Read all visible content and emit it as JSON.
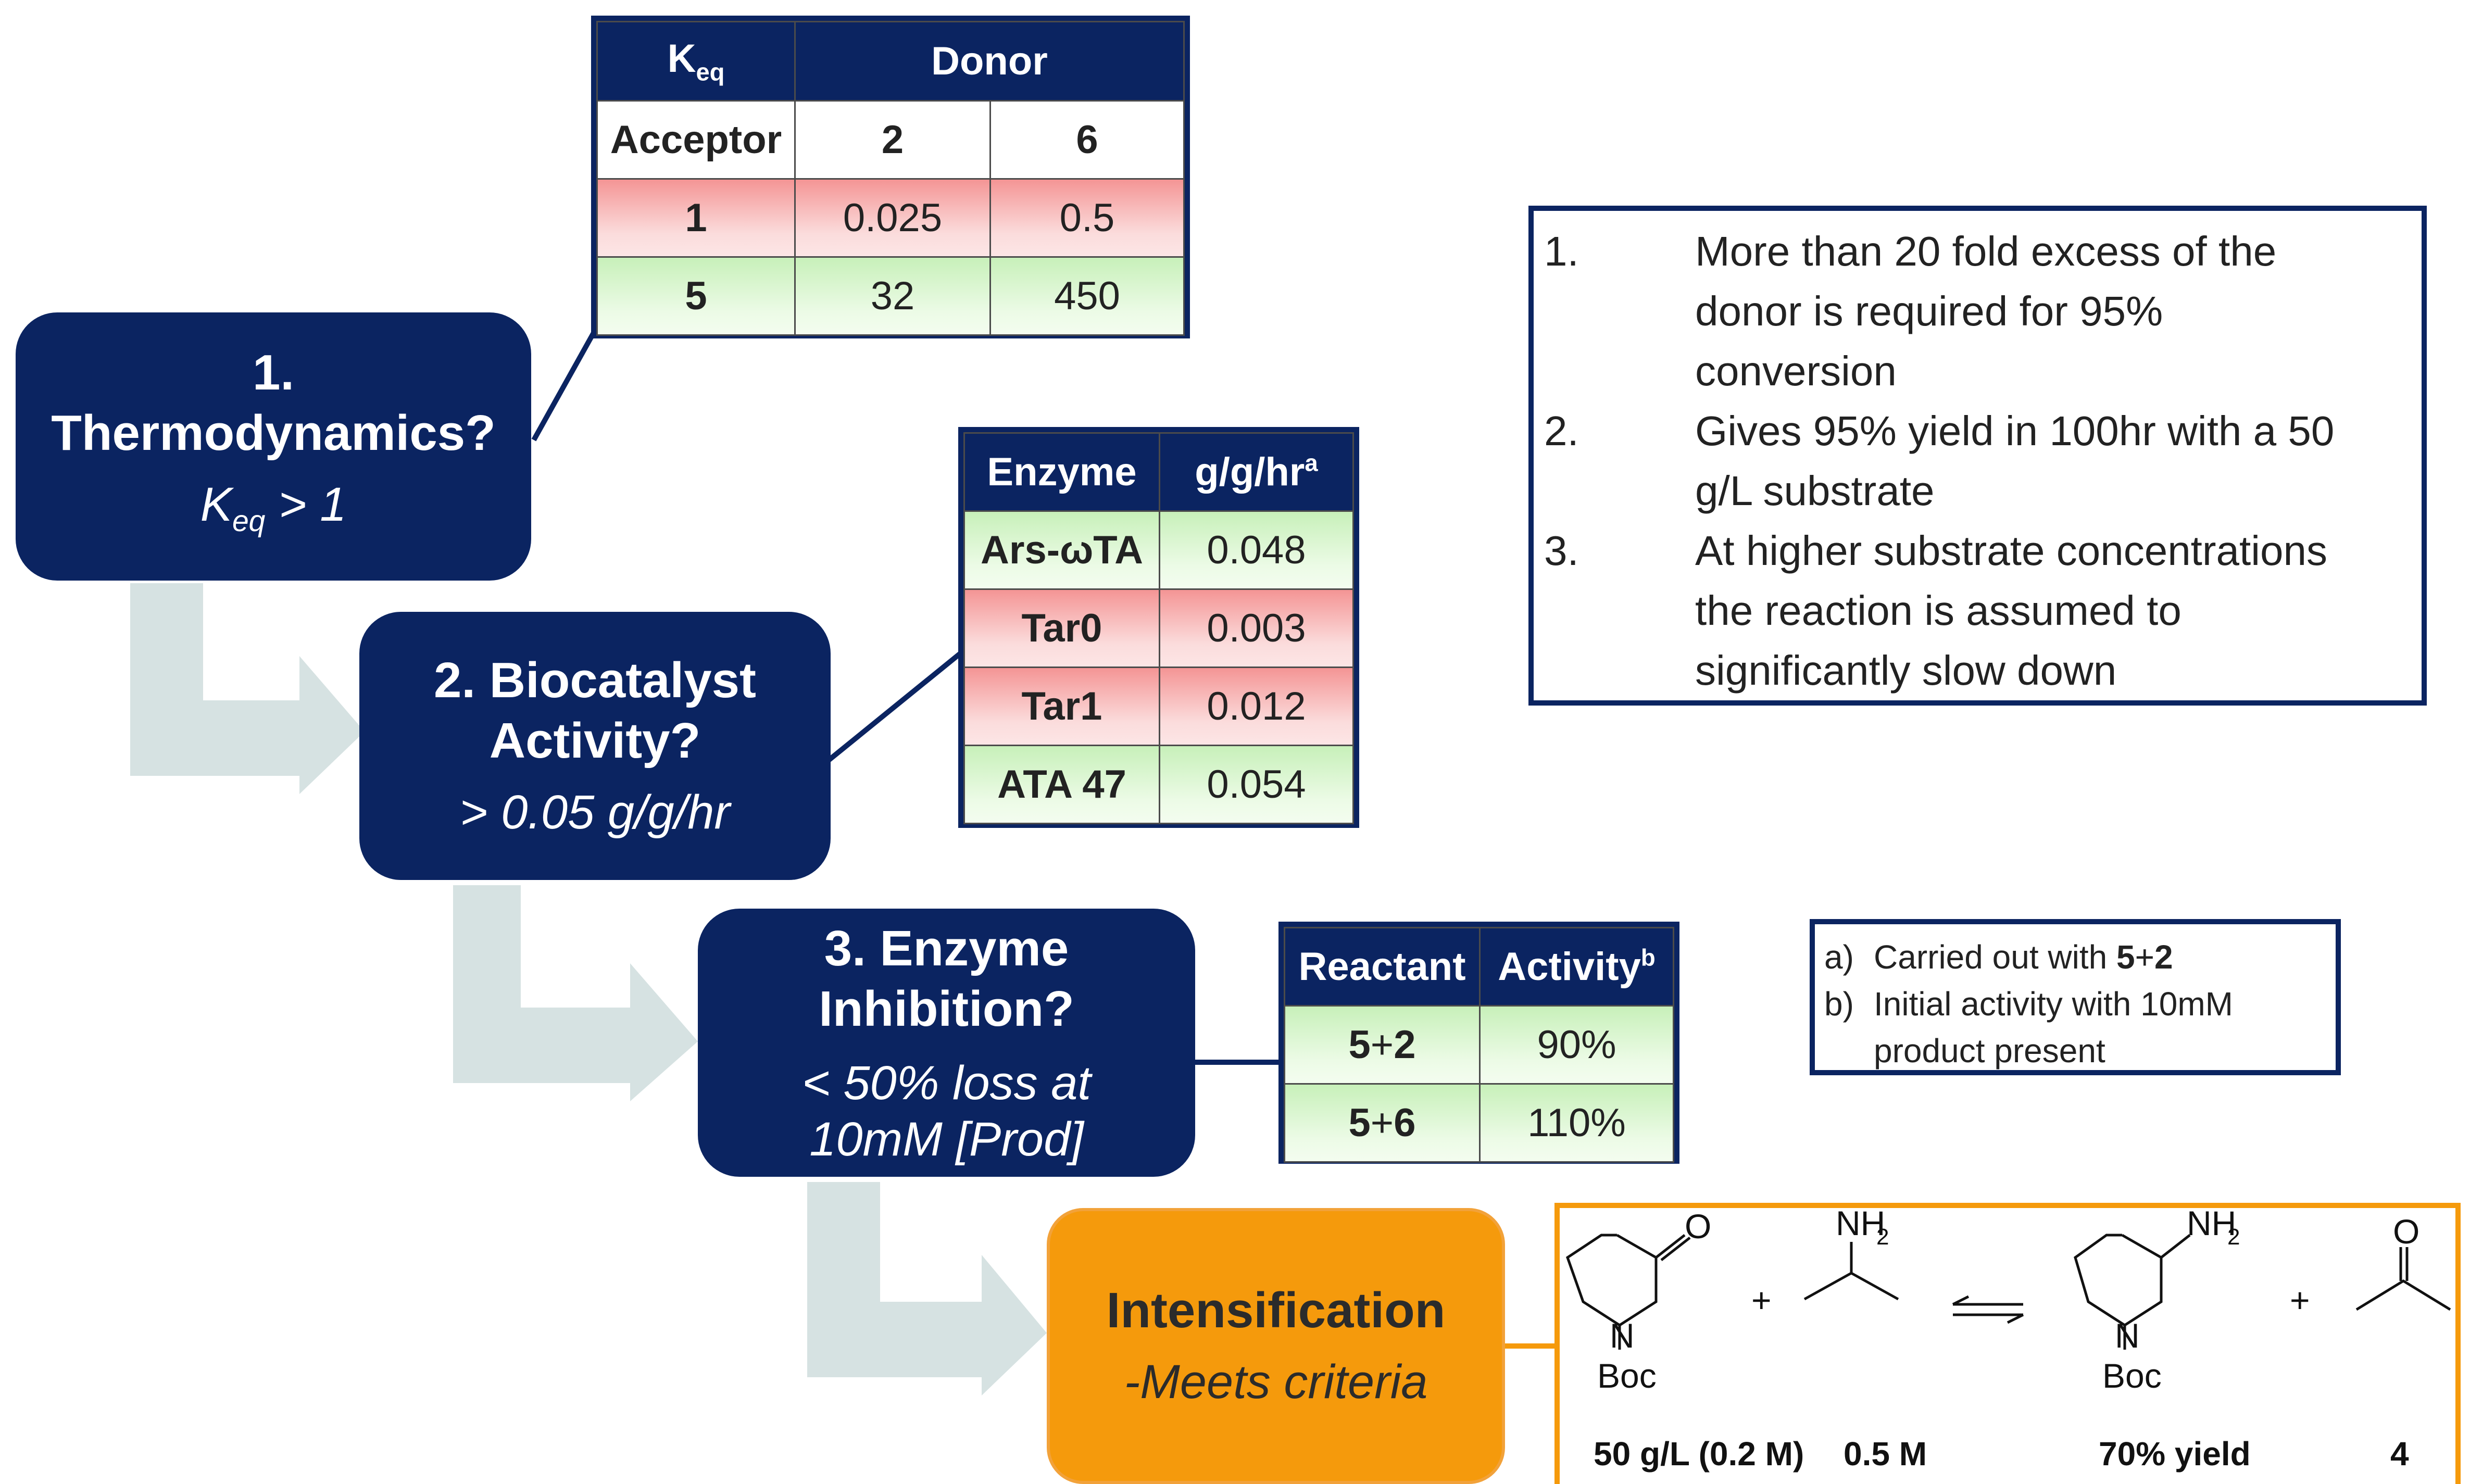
{
  "steps": [
    {
      "number": "1.",
      "title": "Thermodynamics?",
      "criterion_main": "K",
      "criterion_sub": "eq",
      "criterion_rest": " > 1"
    },
    {
      "title_line1": "2. Biocatalyst",
      "title_line2": "Activity?",
      "criterion": "> 0.05 g/g/hr"
    },
    {
      "title_line1": "3. Enzyme",
      "title_line2": "Inhibition?",
      "criterion_line1": "< 50% loss at",
      "criterion_line2": "10mM [Prod]"
    },
    {
      "title": "Intensification",
      "criterion": "-Meets criteria"
    }
  ],
  "keq_table": {
    "corner_main": "K",
    "corner_sub": "eq",
    "donor_header": "Donor",
    "acceptor_header": "Acceptor",
    "donors": [
      "2",
      "6"
    ],
    "rows": [
      {
        "acceptor": "1",
        "values": [
          "0.025",
          "0.5"
        ],
        "status": "red"
      },
      {
        "acceptor": "5",
        "values": [
          "32",
          "450"
        ],
        "status": "green"
      }
    ]
  },
  "activity_table": {
    "headers": [
      "Enzyme",
      "g/g/hr"
    ],
    "header_sup": "a",
    "rows": [
      {
        "enzyme": "Ars-ωTA",
        "value": "0.048",
        "status": "green"
      },
      {
        "enzyme": "Tar0",
        "value": "0.003",
        "status": "red"
      },
      {
        "enzyme": "Tar1",
        "value": "0.012",
        "status": "red"
      },
      {
        "enzyme": "ATA 47",
        "value": "0.054",
        "status": "green"
      }
    ]
  },
  "inhibition_table": {
    "headers": [
      "Reactant",
      "Activity"
    ],
    "header_sup": "b",
    "rows": [
      {
        "r1": "5",
        "plus": "+",
        "r2": "2",
        "value": "90%"
      },
      {
        "r1": "5",
        "plus": "+",
        "r2": "6",
        "value": "110%"
      }
    ]
  },
  "notes": [
    {
      "num": "1.",
      "text_lines": [
        "More than 20 fold excess of the",
        "donor is required for 95%",
        "conversion"
      ]
    },
    {
      "num": "2.",
      "text_lines": [
        "Gives 95% yield in 100hr with a 50",
        "g/L substrate"
      ]
    },
    {
      "num": "3.",
      "text_lines": [
        "At higher substrate concentrations",
        "the reaction is assumed to",
        "significantly slow down"
      ]
    }
  ],
  "footnotes": {
    "a_label": "a)",
    "a_text": "Carried out with ",
    "a_r1": "5",
    "a_plus": "+",
    "a_r2": "2",
    "b_label": "b)",
    "b_text_line1": "Initial activity with 10mM",
    "b_text_line2": "product present"
  },
  "reaction": {
    "atoms": {
      "O": "O",
      "N": "N",
      "Boc": "Boc",
      "NH": "NH",
      "two": "2",
      "plus": "+"
    },
    "labels": [
      "50 g/L (0.2 M)",
      "0.5 M",
      "70% yield",
      "4"
    ]
  },
  "colors": {
    "navy": "#0b2461",
    "orange": "#f59a0c",
    "arrow": "#d6e2e2",
    "red_cell": "#f49494",
    "green_cell": "#c7f0b9"
  }
}
